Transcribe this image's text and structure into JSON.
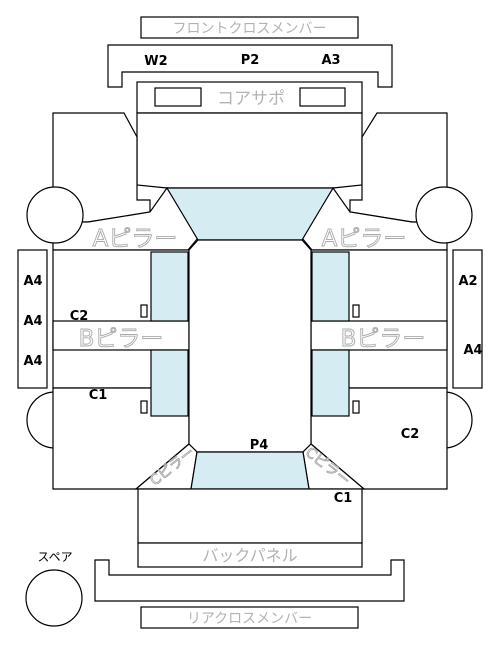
{
  "colors": {
    "glass": "#d5ecf3",
    "stroke": "#000000",
    "label_gray": "#b3b3b3"
  },
  "parts": {
    "front_cross_member": "フロントクロスメンバー",
    "core_support": "コアサポ",
    "a_pillar": "Aピラー",
    "b_pillar": "Bピラー",
    "c_pillar": "Cピラー",
    "back_panel": "バックパネル",
    "rear_cross_member": "リアクロスメンバー",
    "spare": "スペア"
  },
  "codes": {
    "front_w2": "W2",
    "front_p2": "P2",
    "front_a3": "A3",
    "left_a4_1": "A4",
    "left_a4_2": "A4",
    "left_a4_3": "A4",
    "right_a2": "A2",
    "right_a4": "A4",
    "left_c2": "C2",
    "left_c1": "C1",
    "right_c2": "C2",
    "rear_c1": "C1",
    "rear_p4": "P4"
  }
}
